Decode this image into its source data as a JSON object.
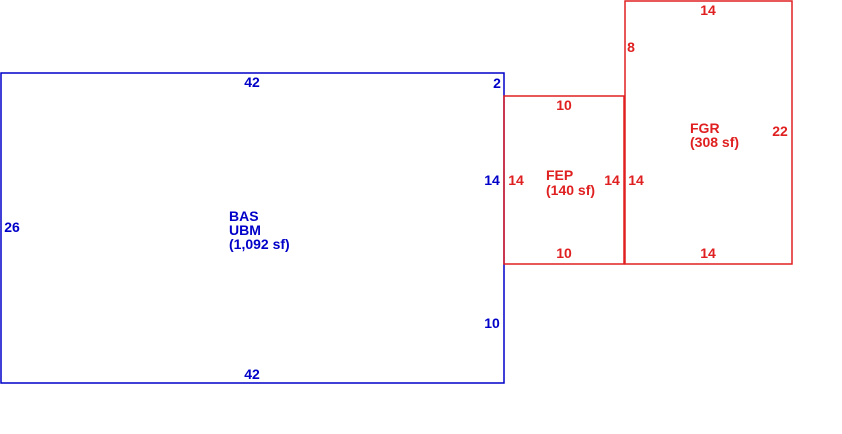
{
  "colors": {
    "bas": "#0000c8",
    "fep": "#e02020",
    "fgr": "#e02020"
  },
  "bas": {
    "name": "BAS",
    "subname": "UBM",
    "area": "(1,092 sf)",
    "dims": {
      "top": "42",
      "bottom": "42",
      "left": "26",
      "jog": "2",
      "right_upper": "14",
      "right_lower": "10"
    }
  },
  "fep": {
    "name": "FEP",
    "area": "(140 sf)",
    "dims": {
      "top": "10",
      "bottom": "10",
      "left": "14",
      "right": "14"
    }
  },
  "fgr": {
    "name": "FGR",
    "area": "(308 sf)",
    "dims": {
      "top": "14",
      "bottom": "14",
      "left": "14",
      "left_upper": "8",
      "right": "22"
    }
  }
}
